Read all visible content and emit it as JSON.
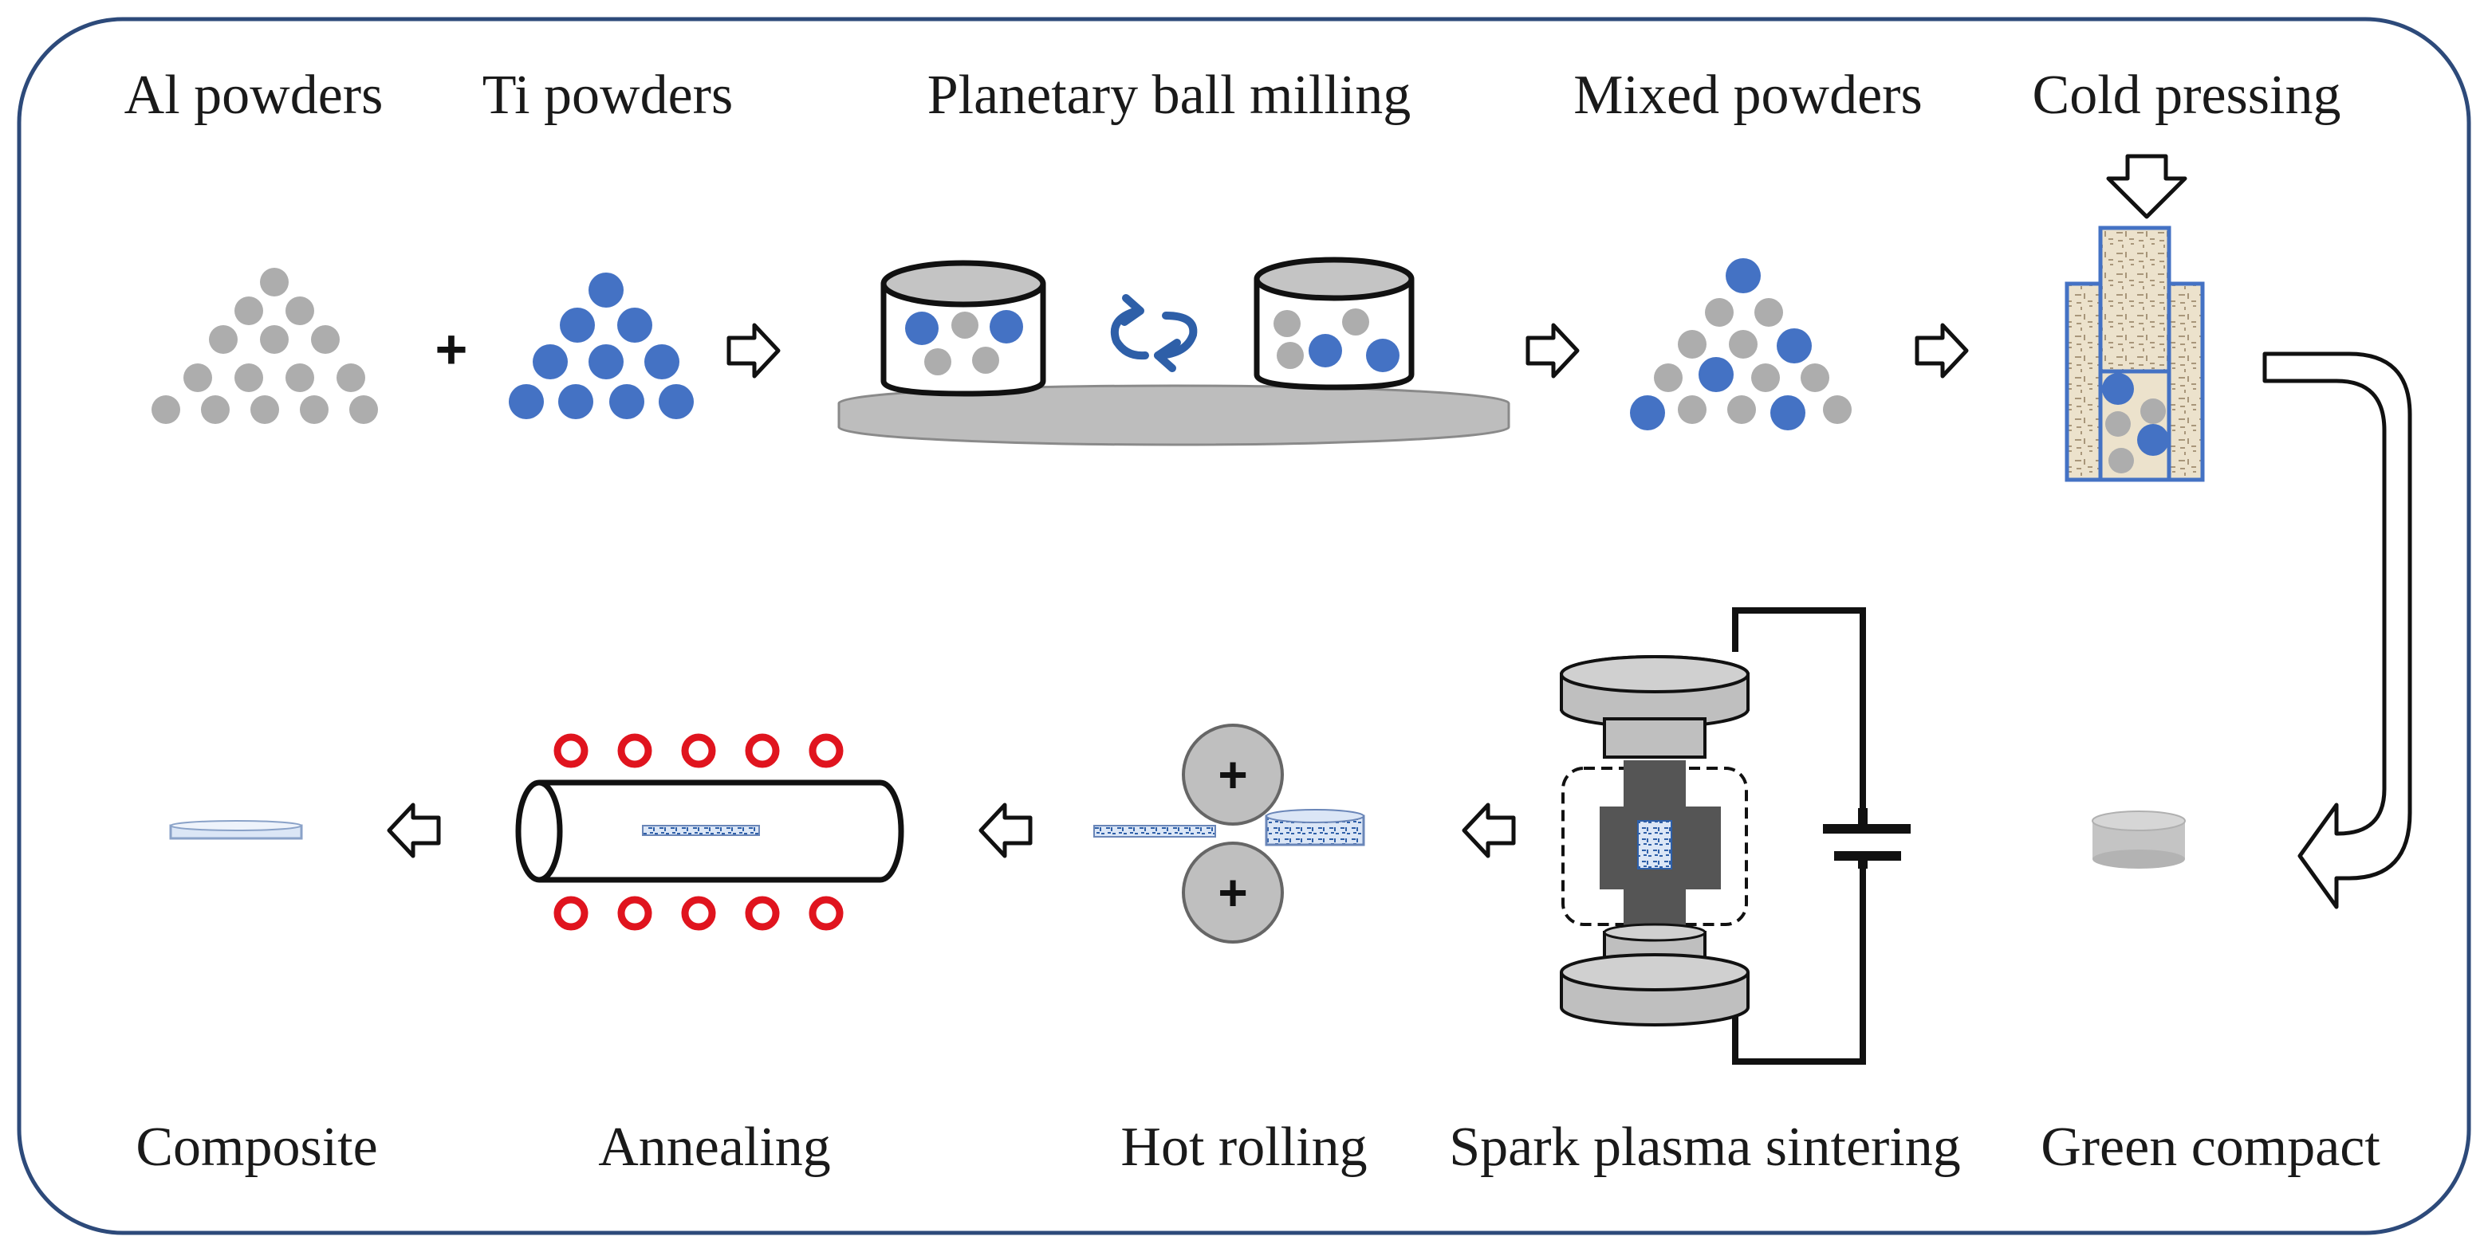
{
  "labels": {
    "al_powders": "Al powders",
    "ti_powders": "Ti powders",
    "planetary_ball_milling": "Planetary ball milling",
    "mixed_powders": "Mixed powders",
    "cold_pressing": "Cold pressing",
    "composite": "Composite",
    "annealing": "Annealing",
    "hot_rolling": "Hot rolling",
    "spark_plasma_sintering": "Spark plasma sintering",
    "green_compact": "Green compact"
  },
  "symbols": {
    "plus": "+",
    "roller_plus": "+"
  },
  "colors": {
    "frame": "#2d4a7a",
    "al_particle": "#adadad",
    "ti_particle": "#4472c4",
    "arrow_blue": "#2e5fa8",
    "heater_ring": "#e0141e",
    "die_fill": "#e8dcc4",
    "die_stroke": "#4472c4",
    "gray_part": "#bfbfbf",
    "dark_gray": "#555555"
  }
}
